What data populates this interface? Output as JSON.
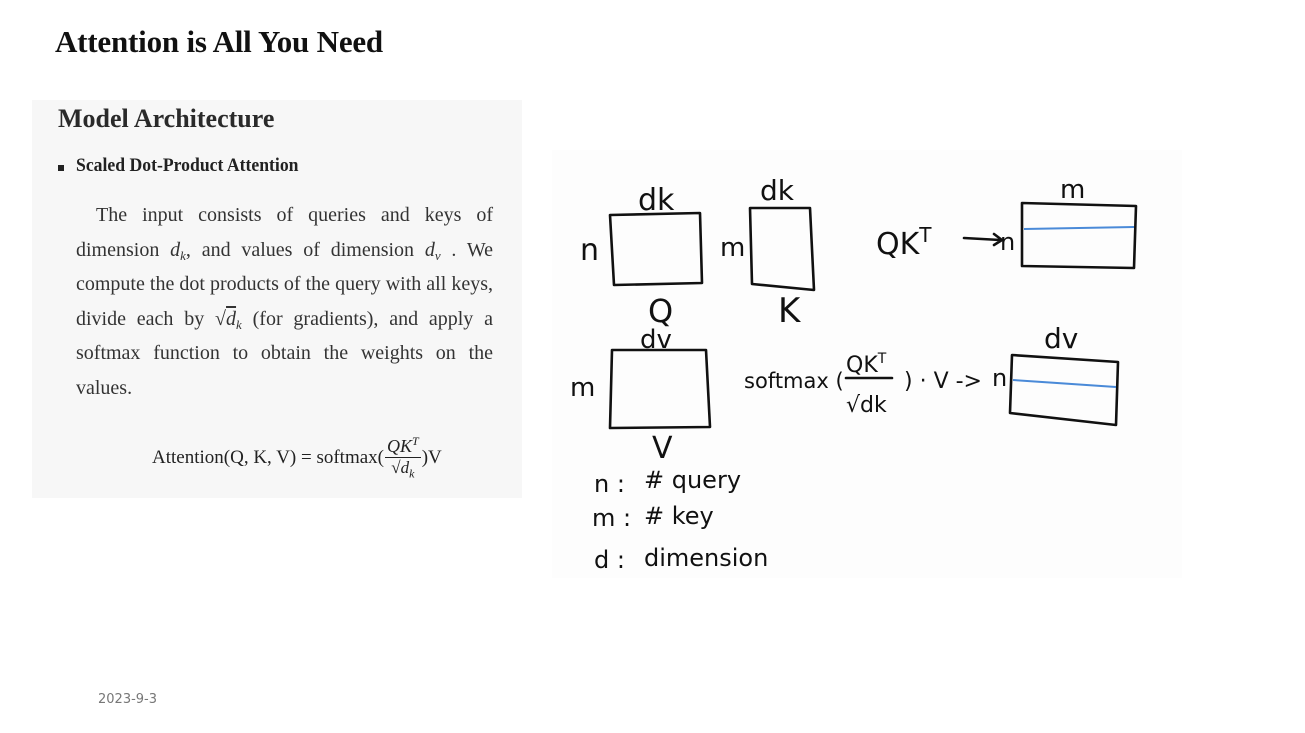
{
  "slide": {
    "title": "Attention is All You Need",
    "date": "2023-9-3"
  },
  "section": {
    "title": "Model Architecture",
    "bullet_title": "Scaled Dot-Product Attention"
  },
  "paragraph": {
    "part1": "The input consists of queries and keys of dimension ",
    "dk_var": "d",
    "dk_sub": "k",
    "part2": ", and values of dimension ",
    "dv_var": "d",
    "dv_sub": "v",
    "part3": " . We compute the dot products of the query with all keys, divide each by ",
    "sqrt_sym": "√",
    "sqrt_var": "d",
    "sqrt_sub": "k",
    "part4": " (for gradients), and apply a softmax function to obtain the weights on the values."
  },
  "formula": {
    "lhs": "Attention(Q, K, V) = softmax(",
    "numerator": "QK",
    "numerator_sup": "T",
    "denominator": "√d",
    "denominator_sub": "k",
    "rhs": ")V"
  },
  "sketch": {
    "q_matrix": {
      "row_label": "n",
      "col_label": "dk",
      "name": "Q"
    },
    "k_matrix": {
      "row_label": "m",
      "col_label": "dk",
      "name": "K"
    },
    "qkt": {
      "expr": "QK",
      "sup": "T",
      "arrow": "->",
      "row_label": "n",
      "col_label": "m"
    },
    "v_matrix": {
      "row_label": "m",
      "col_label": "dv",
      "name": "V"
    },
    "softmax_expr": {
      "prefix": "softmax (",
      "numerator": "QK",
      "numerator_sup": "T",
      "denominator": "√dk",
      "suffix": ") · V -> ",
      "row_label": "n",
      "col_label": "dv"
    },
    "legend": [
      {
        "symbol": "n :",
        "meaning": "# query"
      },
      {
        "symbol": "m :",
        "meaning": "# key"
      },
      {
        "symbol": "d :",
        "meaning": "dimension"
      }
    ],
    "highlight_color": "#4a8ad8",
    "ink_color": "#111111"
  }
}
